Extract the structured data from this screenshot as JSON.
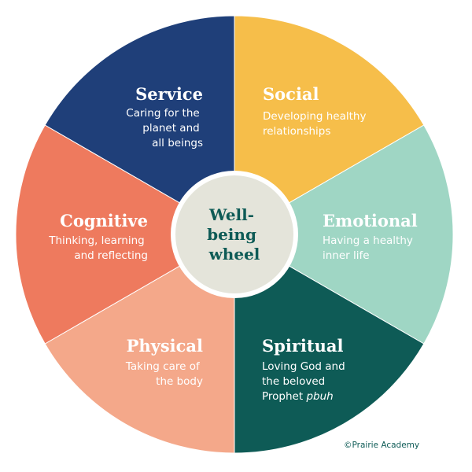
{
  "wheel": {
    "center_lines": [
      "Well-",
      "being",
      "wheel"
    ],
    "segments": [
      {
        "key": "social",
        "title": "Social",
        "desc": [
          "Developing healthy",
          "relationships"
        ],
        "color": "#F6BE4A",
        "text_color": "#ffffff"
      },
      {
        "key": "emotional",
        "title": "Emotional",
        "desc": [
          "Having a healthy",
          "inner life"
        ],
        "color": "#9FD6C4",
        "text_color": "#ffffff"
      },
      {
        "key": "spiritual",
        "title": "Spiritual",
        "desc": [
          "Loving God and",
          "the beloved",
          "Prophet pbuh"
        ],
        "color": "#0E5B56",
        "text_color": "#ffffff"
      },
      {
        "key": "physical",
        "title": "Physical",
        "desc": [
          "Taking care of",
          "the body"
        ],
        "color": "#F4A88A",
        "text_color": "#ffffff"
      },
      {
        "key": "cognitive",
        "title": "Cognitive",
        "desc": [
          "Thinking, learning",
          "and reflecting"
        ],
        "color": "#EE7A5E",
        "text_color": "#ffffff"
      },
      {
        "key": "service",
        "title": "Service",
        "desc": [
          "Caring for the",
          "planet and",
          "all beings"
        ],
        "color": "#1F3F79",
        "text_color": "#ffffff"
      }
    ],
    "center_color": "#E4E4DA",
    "center_text_color": "#0E5B56"
  },
  "credit": "©Prairie Academy",
  "credit_color": "#0E5B56"
}
